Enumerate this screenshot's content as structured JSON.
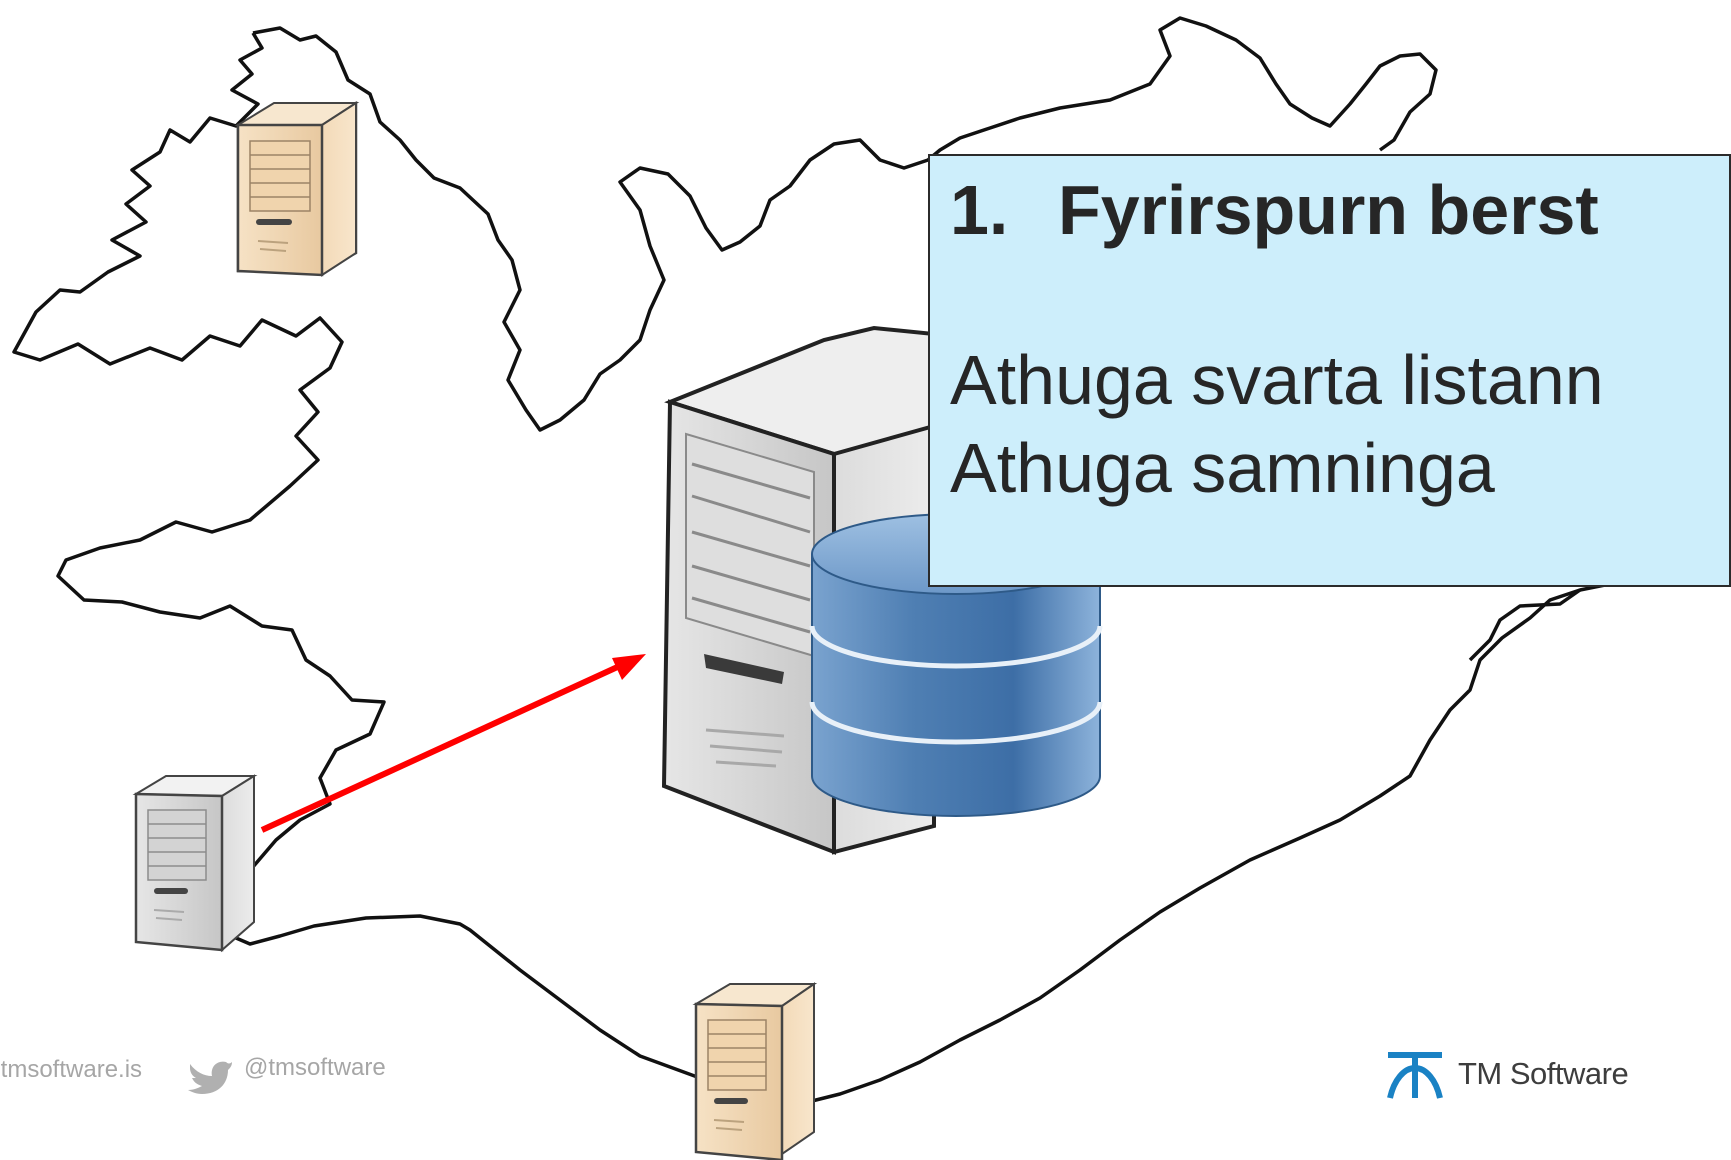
{
  "callout": {
    "number": "1.",
    "title": "Fyrirspurn berst",
    "lines": [
      "Athuga svarta listann",
      "Athuga samninga"
    ]
  },
  "footer": {
    "website": "w.tmsoftware.is",
    "twitter_handle": "@tmsoftware",
    "brand_name": "TM Software"
  },
  "colors": {
    "callout_background": "#cdeefb",
    "arrow": "#ff0000",
    "brand_blue": "#1a82c4",
    "footer_text": "#a6a6a6",
    "server_tan": "#f2d7b3",
    "server_gray": "#d6d6d6",
    "database_blue": "#5b86b5"
  },
  "icons": [
    "server-icon",
    "database-icon",
    "twitter-bird-icon",
    "tm-software-logo"
  ]
}
